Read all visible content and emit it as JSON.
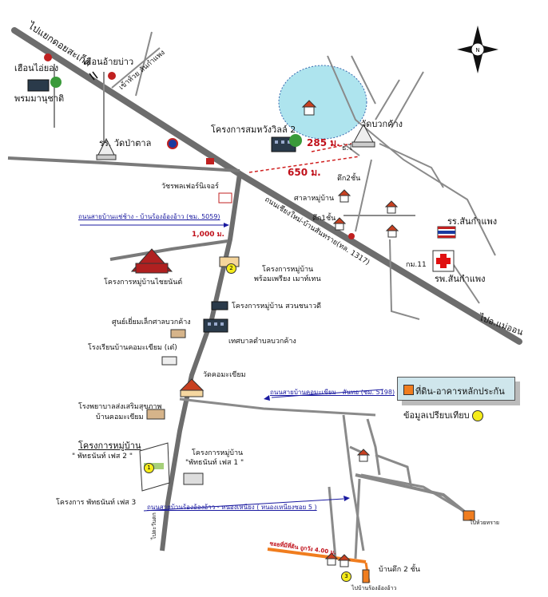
{
  "labels": {
    "to_doi_saket": "ไปแยกดอยสะเก็ด",
    "huean_ai_yong": "เฮือนไอ่ยอง",
    "huean_aiyo_bao": "เฮือนอ้ายบ่าว",
    "to_san_kamphaeng_diag": "เข้าห้วย สันกำแพง",
    "phrom_manu_chat": "พรมมานุชาติ",
    "rr_wat_pa_tan": "รร. วัดป่าตาล",
    "project_somwang_2": "โครงการสมหวังวิลล์ 2",
    "wat_bo_sang": "วัดบวกค้าง",
    "dist_285": "285 ม.",
    "dist_650": "650 ม.",
    "sai_bat": "ธ.ไ",
    "tuek_2_chan_a": "ตึก2ชั้น",
    "sala_mubaan": "ศาลาหมู่บ้าน",
    "tuek_1_chan": "ตึก1ชั้น",
    "watcharapol": "วัชรพลเฟอร์นิเจอร์",
    "road_chiangmai_sankamphaeng": "ถนนเชียงใหม่-บ้านสันทราย(ทล. 1317)",
    "road_1006": "ถนนสายบ้านแช่ช้าง - บ้านร้องอ้องอ้าว (ชม. 5059)",
    "dist_1000": "1,000 ม.",
    "rr_san_kamphaeng": "รร.สันกำแพง",
    "km_11": "กม.11",
    "hosp_san_kamphaeng": "รพ.สันกำแพง",
    "to_mae_on": "ไปอ.แม่ออน",
    "proj_chaiyanan": "โครงการหมู่บ้านไชยนันต์",
    "proj_2_line1": "โครงการหมู่บ้าน",
    "proj_2_line2": "พร้อมเพรียง เมาท์เทน",
    "proj_suan_wasee": "โครงการหมู่บ้าน สวนชนาวดี",
    "center_bo_sang": "ศูนย์เยี่ยมเล็กศาลบวกค้าง",
    "tessaban_bo_sang": "เทศบาลตำบลบวกค้าง",
    "school_koh_sam": "โรงเรียนบ้านคอมะเขียม (เต๋)",
    "wat_koh_sam": "วัดคอมะเขียม",
    "road_5198": "ถนนสายบ้านคอมะเขียม - สันทอ (ชม. 5198)",
    "hospital_health": "โรงพยาบาลส่งเสริมสุขภาพ",
    "ban_koh_sam": "บ้านคอมะเขียม",
    "proj_phase2_l1": "โครงการหมู่บ้าน",
    "proj_phase2_l2": "\" พัทธนันท์ เฟส 2 \"",
    "proj_phase1_l1": "โครงการหมู่บ้าน",
    "proj_phase1_l2": "\"พัทธนันท์ เฟส 1 \"",
    "proj_phase3": "โครงการ พัทธนันท์ เฟส 3",
    "road_nong_khiang": "ถนนสายบ้านร้องอ้องอ้าว - หนองเหนียง ( หนองเหนียงซอย 5 )",
    "road_bottom_left": "ไปตะวันตก",
    "road_bottom_right": "ไปห้วยทราย",
    "alley_note": "ซอยที่มีที่ดิน ถูกวัง 4.00 ม.",
    "house_2_floor": "บ้านตึก 2 ชั้น",
    "to_bottom": "ไปบ้านร้องอ้องอ้าว",
    "num_1": "1",
    "num_2": "2",
    "num_3": "3"
  },
  "legend": {
    "item": "ที่ดิน-อาคารหลักประกัน",
    "comparison": "ข้อมูลเปรียบเทียบ"
  },
  "colors": {
    "main_road": "#6d6d6d",
    "minor_road": "#8a8a8a",
    "water": "#aee4ee",
    "collateral": "#f07d1f",
    "comparison": "#f5ec1a"
  },
  "icons": [
    "compass-icon",
    "house-icon",
    "temple-icon",
    "school-icon",
    "hospital-cross-icon",
    "building-icon",
    "flag-icon",
    "tree-icon",
    "post-office-icon"
  ]
}
